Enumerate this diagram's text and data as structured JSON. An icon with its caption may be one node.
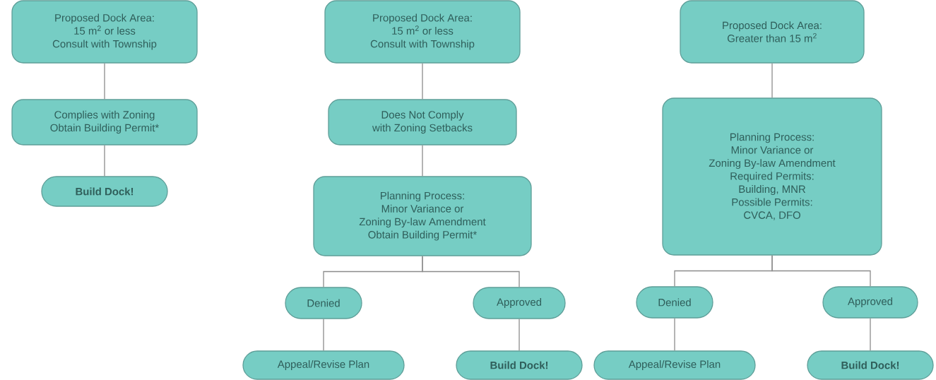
{
  "diagram": {
    "nodes": [
      {
        "text": [
          "Proposed Dock Area:",
          "15 m$^{2}$ or less",
          "Consult with Township"
        ]
      },
      {
        "text": [
          "Complies with Zoning",
          "Obtain Building Permit*"
        ]
      },
      {
        "text": [
          "Build Dock!"
        ]
      },
      {
        "text": [
          "Proposed Dock Area:",
          "15 m$^{2}$ or less",
          "Consult with Township"
        ]
      },
      {
        "text": [
          "Does Not Comply",
          "with Zoning Setbacks"
        ]
      },
      {
        "text": [
          "Planning Process:",
          "Minor Variance or",
          "Zoning By-law Amendment",
          "Obtain Building Permit*"
        ]
      },
      {
        "text": [
          "Denied"
        ]
      },
      {
        "text": [
          "Approved"
        ]
      },
      {
        "text": [
          "Appeal/Revise Plan"
        ]
      },
      {
        "text": [
          "Build Dock!"
        ]
      },
      {
        "text": [
          "Proposed Dock Area:",
          "Greater than 15 m$^{2}$"
        ]
      },
      {
        "text": [
          "Planning Process:",
          "Minor Variance or",
          "Zoning By-law Amendment",
          "Required Permits:",
          "Building, MNR",
          "Possible Permits:",
          "CVCA, DFO"
        ]
      },
      {
        "text": [
          "Denied"
        ]
      },
      {
        "text": [
          "Approved"
        ]
      },
      {
        "text": [
          "Appeal/Revise Plan"
        ]
      },
      {
        "text": [
          "Build Dock!"
        ]
      }
    ],
    "edges": [
      {
        "from": 0,
        "to": 1,
        "arrow": "none"
      },
      {
        "from": 1,
        "to": 2,
        "arrow": "none"
      },
      {
        "from": 3,
        "to": 4,
        "arrow": "none"
      },
      {
        "from": 4,
        "to": 5,
        "arrow": "none"
      },
      {
        "from": 5,
        "to": 6,
        "arrow": "none"
      },
      {
        "from": 5,
        "to": 7,
        "arrow": "none"
      },
      {
        "from": 6,
        "to": 8,
        "arrow": "none"
      },
      {
        "from": 7,
        "to": 9,
        "arrow": "none"
      },
      {
        "from": 10,
        "to": 11,
        "arrow": "none"
      },
      {
        "from": 11,
        "to": 12,
        "arrow": "none"
      },
      {
        "from": 11,
        "to": 13,
        "arrow": "none"
      },
      {
        "from": 12,
        "to": 14,
        "arrow": "none"
      },
      {
        "from": 13,
        "to": 15,
        "arrow": "none"
      }
    ]
  }
}
